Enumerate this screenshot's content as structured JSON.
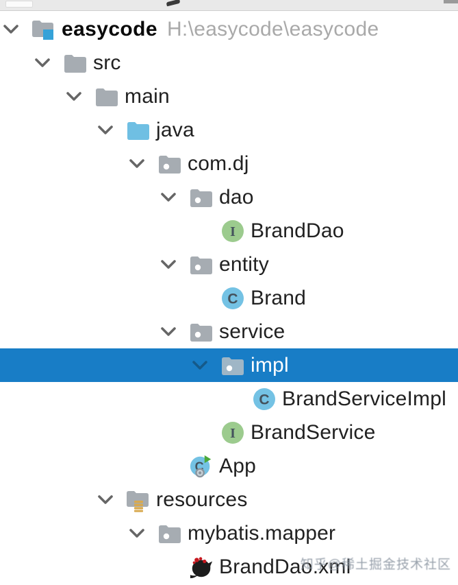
{
  "colors": {
    "selection_bg": "#187dc6",
    "folder_gray": "#a6acb2",
    "folder_gray_selected": "#9fb6c6",
    "source_root_blue": "#6fbfe3",
    "project_badge_blue": "#35a2d8",
    "interface_green": "#9ccb8e",
    "class_blue": "#74c2e4",
    "resources_gold": "#d8a94e",
    "chevron_gray": "#666666",
    "chevron_selected": "#155a8a",
    "glyph_dark": "#44525c",
    "run_green": "#4ca93c",
    "mybatis_black": "#1c1c1c",
    "mybatis_red": "#c6171e"
  },
  "tree": {
    "rows": [
      {
        "label": "easycode",
        "bold": true,
        "path": "H:\\easycode\\easycode",
        "icon": "project-folder-icon",
        "level": 0,
        "chevron": true,
        "selected": false
      },
      {
        "label": "src",
        "icon": "folder-icon",
        "level": 1,
        "chevron": true,
        "selected": false
      },
      {
        "label": "main",
        "icon": "folder-icon",
        "level": 2,
        "chevron": true,
        "selected": false
      },
      {
        "label": "java",
        "icon": "source-root-folder-icon",
        "level": 3,
        "chevron": true,
        "selected": false
      },
      {
        "label": "com.dj",
        "icon": "package-icon",
        "level": 4,
        "chevron": true,
        "selected": false
      },
      {
        "label": "dao",
        "icon": "package-icon",
        "level": 5,
        "chevron": true,
        "selected": false
      },
      {
        "label": "BrandDao",
        "icon": "interface-icon",
        "level": 6,
        "chevron": false,
        "selected": false
      },
      {
        "label": "entity",
        "icon": "package-icon",
        "level": 5,
        "chevron": true,
        "selected": false
      },
      {
        "label": "Brand",
        "icon": "class-icon",
        "level": 6,
        "chevron": false,
        "selected": false
      },
      {
        "label": "service",
        "icon": "package-icon",
        "level": 5,
        "chevron": true,
        "selected": false
      },
      {
        "label": "impl",
        "icon": "package-icon",
        "level": 6,
        "chevron": true,
        "selected": true
      },
      {
        "label": "BrandServiceImpl",
        "icon": "class-icon",
        "level": 7,
        "chevron": false,
        "selected": false
      },
      {
        "label": "BrandService",
        "icon": "interface-icon",
        "level": 6,
        "chevron": false,
        "selected": false
      },
      {
        "label": "App",
        "icon": "runnable-class-icon",
        "level": 5,
        "chevron": false,
        "selected": false
      },
      {
        "label": "resources",
        "icon": "resources-root-icon",
        "level": 3,
        "chevron": true,
        "selected": false
      },
      {
        "label": "mybatis.mapper",
        "icon": "package-icon",
        "level": 4,
        "chevron": true,
        "selected": false
      },
      {
        "label": "BrandDao.xml",
        "icon": "mybatis-xml-icon",
        "level": 5,
        "chevron": false,
        "selected": false
      }
    ]
  },
  "watermark": {
    "text": "知乎@稀土掘金技术社区"
  }
}
